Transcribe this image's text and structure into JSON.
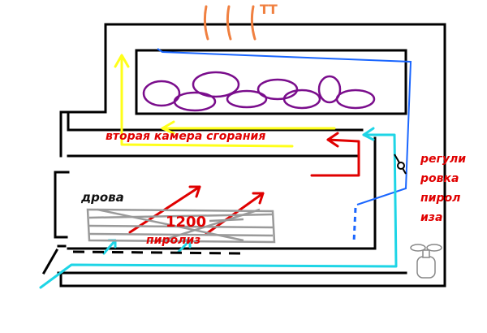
{
  "labels": {
    "chimney": "ТТ",
    "second_chamber": "вторая камера сгорания",
    "firewood": "дрова",
    "temperature": "1200",
    "pyrolysis": "пиролиз",
    "regulation_lines": [
      "регули",
      "ровка",
      "пирол",
      "иза"
    ]
  },
  "colors": {
    "stove_outline": "#000000",
    "secondary_air": "#1a66ff",
    "primary_air": "#1ed5e6",
    "hot_gas": "#ffff1a",
    "flame": "#e00000",
    "stones": "#7a0d8c",
    "grate": "#9a9a9a",
    "heat_waves": "#f08040",
    "valve_gray": "#888888"
  }
}
